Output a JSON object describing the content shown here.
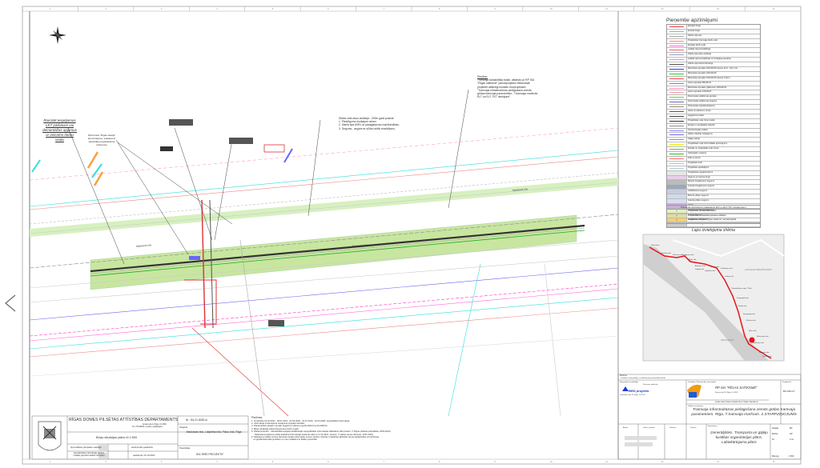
{
  "viewer": {
    "prev_icon": "chevron-left-icon"
  },
  "plan": {
    "street_label": "Maskavas iela",
    "notes": {
      "lkt": "Precizēt iespējamos LKT pārbūves vai demontāžas apjomus ar veicamo darbu veidu",
      "stop": "Pieturvieta \"Rīgas stacija\" demontējama, saskaņā ar pasūtītāja projektēšanas uzdevumu",
      "layer_title": "Slieža ceļa ašņu-izolācija - 200m garā posmā:",
      "layer_items": [
        "1. Pieslēgums esošajam ceļam.",
        "2. Slieža tips 60R1 ar pasagatavoto mačtinmākslu.",
        "3. Segums - asgore ar slīdņu skēlu marķējumu."
      ],
      "right_title": "Piezīme:",
      "right_text": [
        "Tramvaja kontakttīkla balsti, atbalsts un RP SIA",
        "\"Rīgas satiksme\" pamatprojekta elektrodaļā",
        "projektēt atbilstīgi esošām būvprojektam",
        "\"Tramvaja infrastruktūras pielāgošana zemās",
        "grīdas tramvaja parametriem. 7.tramvaja maršruts.",
        "ELT un ELT-TKT risinājumi\""
      ]
    }
  },
  "legend": {
    "title": "Pieņemtie apzīmējumi",
    "items": [
      "Esošais būvju",
      "Ēnotās līnijas",
      "Slieža ceļa ass",
      "Projektētais tramvaja sliežu ceļš",
      "Esošais sliežu ceļš",
      "Lielākā ceļa kontaktlīnija",
      "Slieža ceļa ašņu-izolācija",
      "Lielākā ceļa kontaktlīnija un izolācijas pamatne",
      "Slieža ceļa būvkonstrukcija",
      "Betonētas apmales 100x30x15 (ietves 12,0 - 15,0 cm)",
      "Betonētas apmales 100x20x15",
      "Betonētas apmales 100x20x15 (ietves 0,0cm)",
      "Ietves apmales 80x20x10",
      "Betonētas apmales (plāksnes) 100x20x30",
      "Ietves apmales 100x20x8",
      "Pieturvietas platformas apmale",
      "Pieturvietas platformas segums",
      "Pieturvietas signālmarķējums",
      "Soliņi un atkritumu urnas",
      "Apgaismes balsts",
      "Projektētais ceļa zīmes stabs",
      "Esošie un projektētie luksofori",
      "Norobežojošie stabiņi",
      "Slīdņu robežas marķējums",
      "Gājēju pāreja",
      "Projektētais ceļa horizontālais apzīmējums",
      "Esošās un projektētās ceļa zīmes",
      "Velosipēdu novietne",
      "Koki un krūmi",
      "Projektētie koki",
      "Projektētie apstādījumi",
      "Projektētais apgaismojums",
      "Segums ar betona bruģi",
      "Betona bruģakmens segums",
      "Granīta bruģakmens segums",
      "Asfaltbetona segums",
      "Betona plātņu segums",
      "Granīta plātņu segums",
      "Zālājs",
      "Dekoratīvā šķembu segums",
      "Grants segums",
      "Asfaltbetona segums",
      "Asfaltbetona segums brauktuvei"
    ],
    "second_title": "Pieņemtie apzīmējumi (saskaņā ar ELT un ELT-TKT risinājumiem)",
    "second_items": [
      "Projektētais kontakttīkla balsts",
      "Projektētais kontakttīkla piekares atbalsts",
      "Projektētais RP SIA \"Rīgas satiksme\" pamatprojektā"
    ]
  },
  "map": {
    "title": "Lapu izvietojuma shēma",
    "labels": [
      "Pieturvieta",
      "Puškina iela",
      "Dzirnavu iela",
      "Turgeņeva iela",
      "Elijas iela",
      "Aviācijas iela",
      "Gogoļa iela",
      "Krasta iela",
      "Lāčplēša iela",
      "Dzērbenes iela",
      "Ludzas iela",
      "Tirdzniecības centrs \"Čulis\"",
      "Daugavpils iela",
      "Katoļu iela",
      "Ķengaraga iela",
      "Rušonu iela",
      "Slāvu iela",
      "Rītausmas iela",
      "Maskavas iela",
      "Lubānas iela",
      "Ilūkstes iela"
    ],
    "district_labels": [
      "LATGALES PRIEKŠPILSĒTA",
      "ĶENGARAGS"
    ],
    "route_color": "#e8141b"
  },
  "title_block_left": {
    "department": "RĪGAS DOMES PILSĒTAS ATTĪSTĪBAS DEPARTAMENTS",
    "address": "Amatu iela 4, Rīga, LV-1050",
    "contact": "Tel. 67012903, e-pasts: pad@riga.lv",
    "nr": "Nr.: DA-21-8028-ai",
    "plan_name": "Būvju situācijas plāns M 1:500",
    "row1_role": "Ģeomātikas pārvaldes vadītāja",
    "row1_status": "elektroniski parakstīts",
    "row2_role": "Ģeotelpiskās informācijas aprites nodaļas ģeoinformātikas inženiere",
    "row2_status": "saskaņots 13.10.2021.",
    "object_label": "Objekts:",
    "object_value": "Maskavas iela, Lāčplēša iela, Pļavu iela, Rīga",
    "client_label": "Pasūtītājs:",
    "client_value": "SIA \"BRD PROJEKTS\""
  },
  "notes": {
    "title": "Piezīmes:",
    "lines": [
      "1. Izmantotie 19.04.2021., 06.07.2021., 02.06.2020., 20.07.2016., 16.03.2006. topogrāfiskā informācija.",
      "2. Informācija izmantojama risinājumā projekta izstrādei.",
      "3. Plānā lietotā Latvijas normālo augstumu sistēma epohā 2000,5 (LAS-2000,5).",
      "4. Būvju situācijas plāna derīguma termiņš 4 gadi.",
      "5. Plānā izmantoti: - Aktualizētās augstas detalizācijas topogrāfiskās informācijas datubāzes dati (Autors: © Rīgas pilsētas pašvaldība, 2003-2021)",
      "   - Nekustamā īpašuma valsts kadastra informācijas sistēmas dati uz 11.10.2021. (Autors: © Valsts zemes dienests, 2011-2021)",
      "6. Saskaņā ar Valsts zemes dienesta sniegto informāciju zemes vienību robežas ir attēlotas atbilstoši zemes kadastrālās uzmērīšanas",
      "   un ģeodēziskā tīkla punktiem un nav nosakāmi ar lielāku precizitāti."
    ]
  },
  "title_block_right": {
    "remarks_label": "Piezīme:",
    "remarks_text": "- kvalitātes vieta pēdējā, un dokumenta parakstītājā kārtība",
    "designer_label": "Būvprojekta izstrādātājs",
    "designer_name": "BRD projekts",
    "designer_address": "Ģertrūdes iela 33, Rīga, LV-1011",
    "stamp_label": "Personas apliecība",
    "client_section_label": "Pasūtītājs / Būvniecības ierosinātājs",
    "client_name": "RP SIA \"RĪGAS SATIKSME\"",
    "client_address": "Kleistu iela 28, Rīga, LV-1067",
    "client_sub": "RĪGAS SATIKSMES INFRASTRUKTŪRAS PĀRVALDE",
    "project_nr_label": "Projekta Nr.",
    "project_nr": "BS 2021/17",
    "object_label": "Objekta nosaukums",
    "object_title": "Tramvaja infrastruktūras pielāgošana zemās grīdas tramvaja parametriem. Rīga, 7.tramvaja maršruts. 2.STARPZIŅOJUMS",
    "columns": [
      "Amats",
      "Vārds, uzvārds",
      "Paraksts",
      "Datums"
    ],
    "sheet_label": "Nosaukums",
    "sheet_title": "Ģenerālplāns. Transporta un gājēju kustības organizācijas plāns. Labiekārtojuma plāns",
    "stage_label": "Stadija",
    "stage": "BP",
    "mark_label": "Marka",
    "mark": "ĢP",
    "nr_label": "Nr.",
    "nr": "2-11",
    "scale_label": "Mērogs",
    "scale": "1:500"
  },
  "ruler": {
    "columns": [
      "1",
      "2",
      "3",
      "4",
      "5",
      "6",
      "7",
      "8",
      "9",
      "10",
      "11",
      "12",
      "13",
      "14"
    ]
  },
  "colors": {
    "tram_track": "#444444",
    "green_zone": "#b9e089",
    "utility_magenta": "#ff33cc",
    "utility_cyan": "#33dddd",
    "red_lines": "#e03030"
  }
}
